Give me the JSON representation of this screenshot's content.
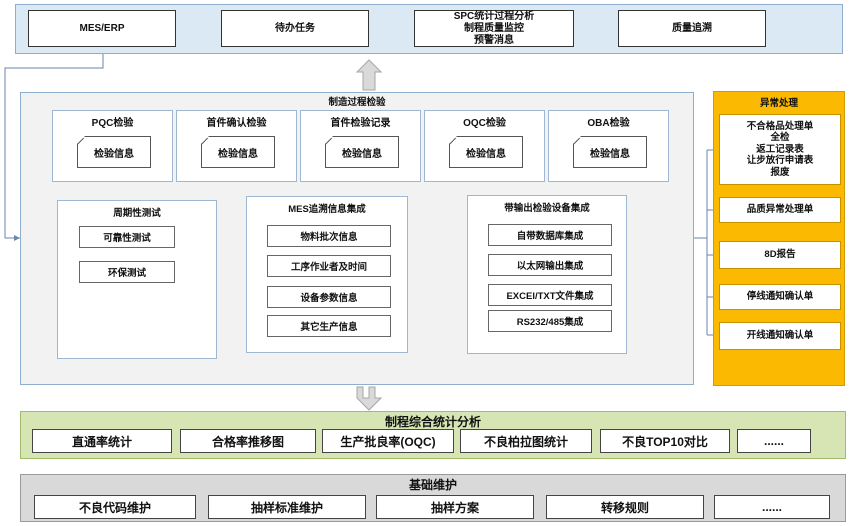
{
  "top": {
    "boxes": [
      "MES/ERP",
      "待办任务",
      "SPC统计过程分析\n制程质量监控\n预警消息",
      "质量追溯"
    ]
  },
  "main": {
    "title": "制造过程检验",
    "inspections": [
      {
        "label": "PQC检验",
        "doc": "检验信息"
      },
      {
        "label": "首件确认检验",
        "doc": "检验信息"
      },
      {
        "label": "首件检验记录",
        "doc": "检验信息"
      },
      {
        "label": "OQC检验",
        "doc": "检验信息"
      },
      {
        "label": "OBA检验",
        "doc": "检验信息"
      }
    ],
    "periodic": {
      "title": "周期性测试",
      "items": [
        "可靠性测试",
        "环保测试"
      ]
    },
    "mes_trace": {
      "title": "MES追溯信息集成",
      "items": [
        "物料批次信息",
        "工序作业者及时间",
        "设备参数信息",
        "其它生产信息"
      ]
    },
    "device": {
      "title": "带输出检验设备集成",
      "items": [
        "自带数据库集成",
        "以太网输出集成",
        "EXCEl/TXT文件集成",
        "RS232/485集成"
      ]
    }
  },
  "exceptions": {
    "title": "异常处理",
    "items": [
      "不合格品处理单\n全检\n返工记录表\n让步放行申请表\n报废",
      "品质异常处理单",
      "8D报告",
      "停线通知确认单",
      "开线通知确认单"
    ]
  },
  "stats": {
    "title": "制程综合统计分析",
    "items": [
      "直通率统计",
      "合格率推移图",
      "生产批良率(OQC)",
      "不良柏拉图统计",
      "不良TOP10对比",
      "......"
    ]
  },
  "base": {
    "title": "基础维护",
    "items": [
      "不良代码维护",
      "抽样标准维护",
      "抽样方案",
      "转移规则",
      "......"
    ]
  },
  "colors": {
    "top_band": "#dbe9f5",
    "exception_band": "#fbb902",
    "stat_band": "#d7e5b4",
    "base_band": "#d9d9d9",
    "main_panel": "#f2f2f2"
  }
}
